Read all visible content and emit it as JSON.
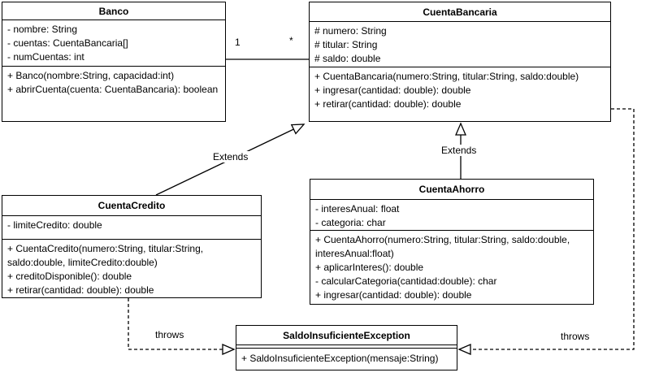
{
  "classes": {
    "banco": {
      "title": "Banco",
      "attributes": [
        "- nombre: String",
        "- cuentas: CuentaBancaria[]",
        "- numCuentas: int"
      ],
      "methods": [
        "+ Banco(nombre:String, capacidad:int)",
        "+ abrirCuenta(cuenta: CuentaBancaria): boolean"
      ]
    },
    "cuenta_bancaria": {
      "title": "CuentaBancaria",
      "attributes": [
        "# numero: String",
        "# titular: String",
        "# saldo: double"
      ],
      "methods": [
        "+ CuentaBancaria(numero:String, titular:String, saldo:double)",
        "+ ingresar(cantidad: double): double",
        "+ retirar(cantidad: double): double"
      ]
    },
    "cuenta_credito": {
      "title": "CuentaCredito",
      "attributes": [
        "- limiteCredito: double"
      ],
      "methods": [
        "+ CuentaCredito(numero:String, titular:String,",
        "saldo:double, limiteCredito:double)",
        "+ creditoDisponible(): double",
        "+ retirar(cantidad: double): double"
      ]
    },
    "cuenta_ahorro": {
      "title": "CuentaAhorro",
      "attributes": [
        "- interesAnual: float",
        "- categoria: char"
      ],
      "methods": [
        "+ CuentaAhorro(numero:String, titular:String, saldo:double,",
        "interesAnual:float)",
        "+ aplicarInteres(): double",
        "- calcularCategoria(cantidad:double): char",
        "+ ingresar(cantidad: double): double"
      ]
    },
    "saldo_insuficiente_exception": {
      "title": "SaldoInsuficienteException",
      "methods": [
        "+ SaldoInsuficienteException(mensaje:String)"
      ]
    }
  },
  "labels": {
    "multiplicity_one": "1",
    "multiplicity_many": "*",
    "extends_credito": "Extends",
    "extends_ahorro": "Extends",
    "throws_credito": "throws",
    "throws_bancaria": "throws"
  },
  "colors": {
    "line": "#000000",
    "fill": "#ffffff",
    "text": "#000000"
  }
}
